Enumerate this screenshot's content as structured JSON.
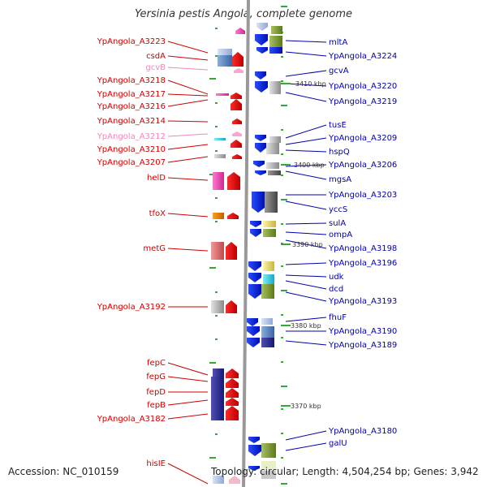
{
  "title": "Yersinia pestis Angola, complete genome",
  "footer": {
    "accession": "Accession: NC_010159",
    "topology": "Topology: circular; Length: 4,504,254 bp; Genes: 3,942"
  },
  "colors": {
    "left_label": "#cc0000",
    "left_label_pseudo": "#ee88bb",
    "right_label": "#0000aa",
    "axis": "#999999",
    "tick": "#33aa33"
  },
  "scale_marks": [
    "3410 kbp",
    "3400 kbp",
    "3390 kbp",
    "3380 kbp",
    "3370 kbp"
  ],
  "left_genes": [
    {
      "label": "YpAngola_A3223"
    },
    {
      "label": "csdA"
    },
    {
      "label": "gcvB",
      "pseudo": true
    },
    {
      "label": "YpAngola_A3218"
    },
    {
      "label": "YpAngola_A3217"
    },
    {
      "label": "YpAngola_A3216"
    },
    {
      "label": "YpAngola_A3214"
    },
    {
      "label": "YpAngola_A3212",
      "pseudo": true
    },
    {
      "label": "YpAngola_A3210"
    },
    {
      "label": "YpAngola_A3207"
    },
    {
      "label": "helD"
    },
    {
      "label": "tfoX"
    },
    {
      "label": "metG"
    },
    {
      "label": "YpAngola_A3192"
    },
    {
      "label": "fepC"
    },
    {
      "label": "fepG"
    },
    {
      "label": "fepD"
    },
    {
      "label": "fepB"
    },
    {
      "label": "YpAngola_A3182"
    },
    {
      "label": "hisIE"
    }
  ],
  "right_genes": [
    {
      "label": "mltA"
    },
    {
      "label": "YpAngola_A3224"
    },
    {
      "label": "gcvA"
    },
    {
      "label": "YpAngola_A3220"
    },
    {
      "label": "YpAngola_A3219"
    },
    {
      "label": "tusE"
    },
    {
      "label": "YpAngola_A3209"
    },
    {
      "label": "hspQ"
    },
    {
      "label": "YpAngola_A3206"
    },
    {
      "label": "mgsA"
    },
    {
      "label": "YpAngola_A3203"
    },
    {
      "label": "yccS"
    },
    {
      "label": "sulA"
    },
    {
      "label": "ompA"
    },
    {
      "label": "YpAngola_A3198"
    },
    {
      "label": "YpAngola_A3196"
    },
    {
      "label": "udk"
    },
    {
      "label": "dcd"
    },
    {
      "label": "YpAngola_A3193"
    },
    {
      "label": "fhuF"
    },
    {
      "label": "YpAngola_A3190"
    },
    {
      "label": "YpAngola_A3189"
    },
    {
      "label": "YpAngola_A3180"
    },
    {
      "label": "galU"
    }
  ]
}
